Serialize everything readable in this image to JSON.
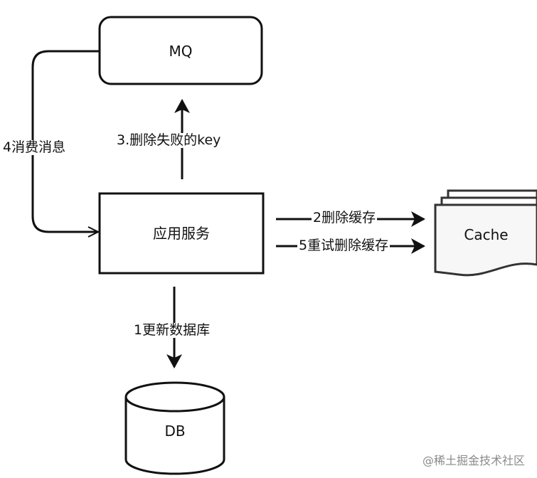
{
  "nodes": {
    "mq": "MQ",
    "app_service": "应用服务",
    "cache": "Cache",
    "db": "DB"
  },
  "edges": {
    "delete_failed_key": "3.删除失败的key",
    "consume_message": "4消费消息",
    "delete_cache": "2删除缓存",
    "retry_delete_cache": "5重试删除缓存",
    "update_db": "1更新数据库"
  },
  "watermark": "@稀土掘金技术社区",
  "colors": {
    "stroke": "#111111",
    "cache_fill": "#ffffff",
    "background": "#ffffff"
  }
}
